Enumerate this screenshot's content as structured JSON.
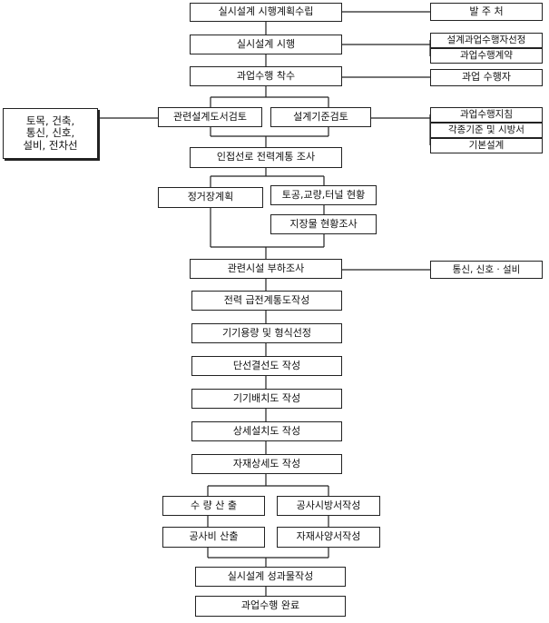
{
  "steps": [
    "실시설계 시행계획수립",
    "실시설계 시행",
    "과업수행 착수",
    "관련설계도서검토",
    "설계기준검토",
    "인접선로 전력계통 조사",
    "정거장계획",
    "토공,교량,터널 현황",
    "지장물 현황조사",
    "관련시설 부하조사",
    "전력 급전계통도작성",
    "기기용량 및 형식선정",
    "단선결선도 작성",
    "기기배치도 작성",
    "상세설치도 작성",
    "자재상세도 작성",
    "수 량 산 출",
    "공사시방서작성",
    "공사비 산출",
    "자재사양서작성",
    "실시설계 성과물작성",
    "과업수행 완료"
  ],
  "side_right": [
    "발  주  처",
    "설계과업수행자선정",
    "과업수행계약",
    "과업 수행자",
    "과업수행지침",
    "각종기준 및 시방서",
    "기본설계",
    "통신, 신호 · 설비"
  ],
  "side_left": {
    "lines": [
      "토목, 건축,",
      "통신, 신호,",
      "설비, 전차선"
    ]
  }
}
